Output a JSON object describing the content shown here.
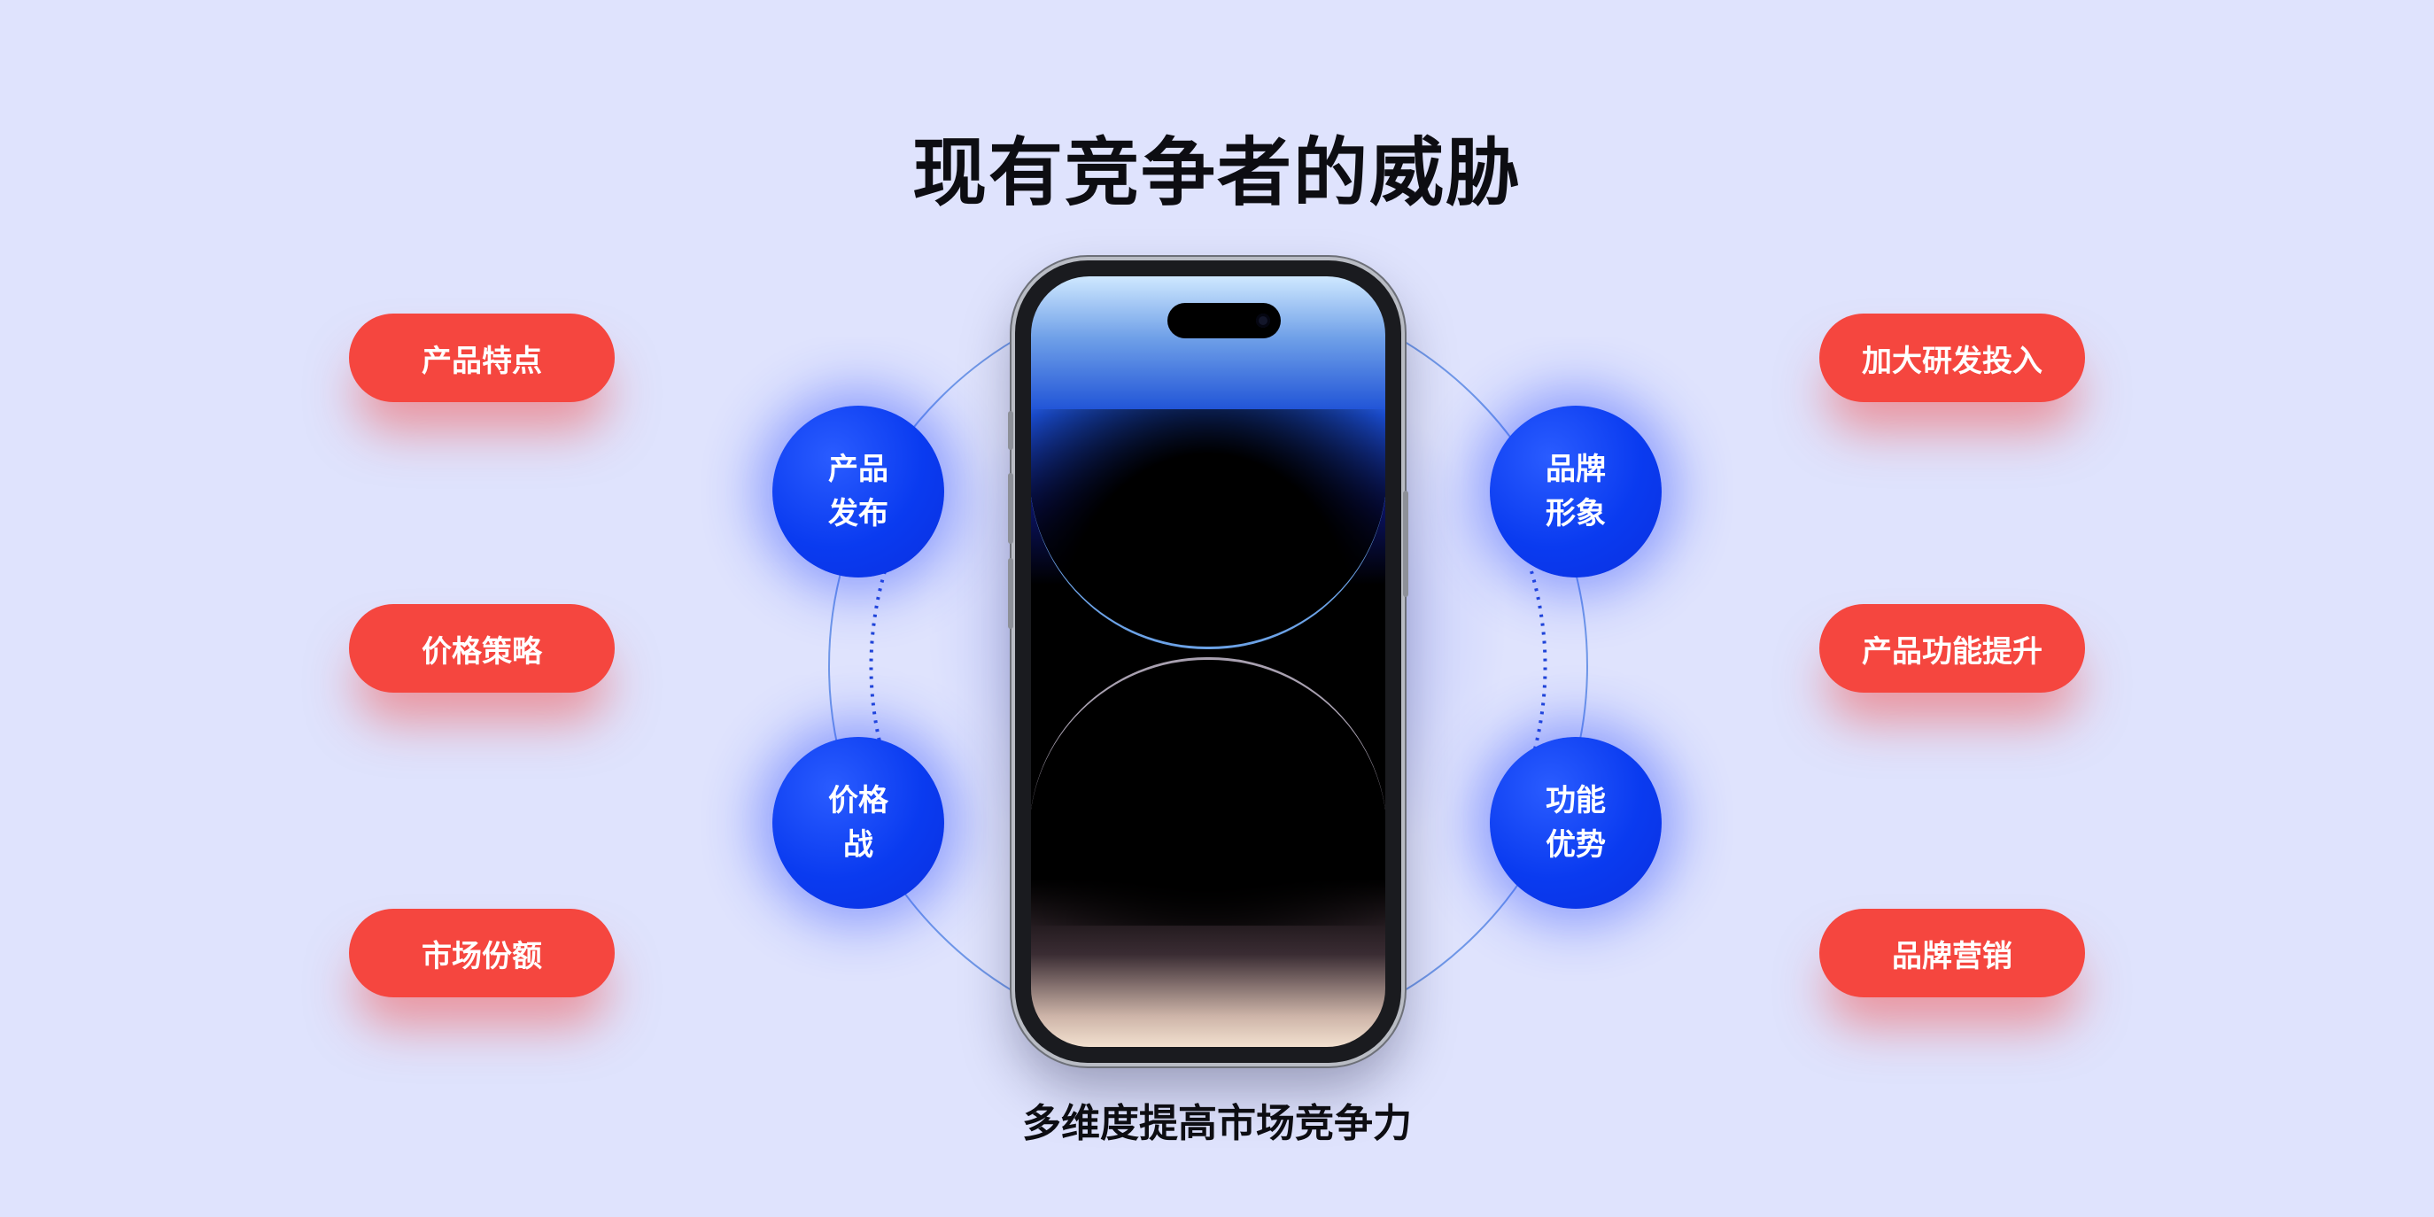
{
  "title": "现有竞争者的威胁",
  "subtitle": "多维度提高市场竞争力",
  "left_pills": [
    "产品特点",
    "价格策略",
    "市场份额"
  ],
  "right_pills": [
    "加大研发投入",
    "产品功能提升",
    "品牌营销"
  ],
  "bubbles": {
    "top_left": [
      "产品",
      "发布"
    ],
    "bottom_left": [
      "价格",
      "战"
    ],
    "top_right": [
      "品牌",
      "形象"
    ],
    "bottom_right": [
      "功能",
      "优势"
    ]
  },
  "colors": {
    "background": "#dfe3fd",
    "pill": "#f5463f",
    "bubble": "#0a3bf0",
    "orbit": "#5b8be6"
  }
}
